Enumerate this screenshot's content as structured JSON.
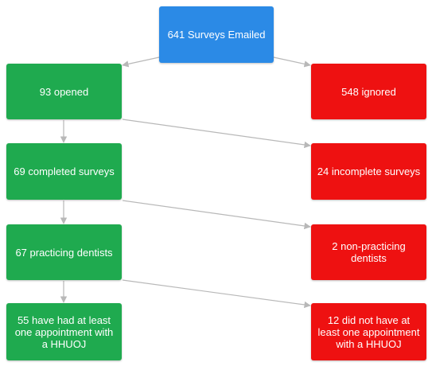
{
  "colors": {
    "blue": "#2b8ae6",
    "green": "#1faa4f",
    "red": "#ee1111",
    "edge": "#b8b8b8"
  },
  "nodes": {
    "emailed": "641 Surveys Emailed",
    "opened": "93 opened",
    "ignored": "548 ignored",
    "completed": "69 completed surveys",
    "incomplete": "24 incomplete surveys",
    "practicing": "67 practicing dentists",
    "non_practicing": "2 non-practicing dentists",
    "had_appointment": "55 have had at least one appointment with a HHUOJ",
    "no_appointment": "12 did not have at least one appointment with a HHUOJ"
  }
}
